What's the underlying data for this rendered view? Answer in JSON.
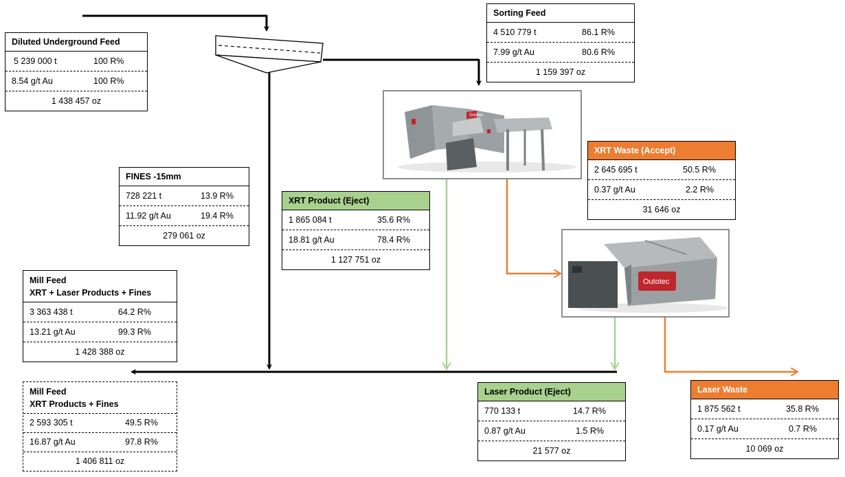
{
  "colors": {
    "black_line": "#000000",
    "green_line": "#a9d18e",
    "orange_line": "#ed7d31",
    "green_header": "#a9d18e",
    "orange_header": "#ed7d31",
    "machine_body": "#8f9496",
    "machine_red": "#c0262d"
  },
  "sorting_feed": {
    "title": "Sorting Feed",
    "tonnes": "4 510 779 t",
    "tonnes_r": "86.1 R%",
    "grade": "7.99 g/t Au",
    "grade_r": "80.6 R%",
    "ounces": "1 159 397 oz"
  },
  "diluted_feed": {
    "title": "Diluted Underground Feed",
    "tonnes": "5 239 000 t",
    "tonnes_r": "100 R%",
    "grade": "8.54 g/t Au",
    "grade_r": "100 R%",
    "ounces": "1 438 457 oz"
  },
  "xrt_waste": {
    "title": "XRT Waste (Accept)",
    "tonnes": "2 645 695 t",
    "tonnes_r": "50.5 R%",
    "grade": "0.37 g/t Au",
    "grade_r": "2.2 R%",
    "ounces": "31 646 oz"
  },
  "fines": {
    "title": "FINES -15mm",
    "tonnes": "728 221 t",
    "tonnes_r": "13.9 R%",
    "grade": "11.92 g/t Au",
    "grade_r": "19.4 R%",
    "ounces": "279 061 oz"
  },
  "xrt_product": {
    "title": "XRT Product (Eject)",
    "tonnes": "1 865 084 t",
    "tonnes_r": "35.6 R%",
    "grade": "18.81 g/t Au",
    "grade_r": "78.4 R%",
    "ounces": "1 127 751 oz"
  },
  "mill_feed_laser": {
    "title_line1": "Mill Feed",
    "title_line2": "XRT + Laser Products + Fines",
    "tonnes": "3 363 438 t",
    "tonnes_r": "64.2 R%",
    "grade": "13.21 g/t Au",
    "grade_r": "99.3 R%",
    "ounces": "1 428 388 oz"
  },
  "mill_feed_xrt": {
    "title_line1": "Mill Feed",
    "title_line2": "XRT Products + Fines",
    "tonnes": "2 593 305 t",
    "tonnes_r": "49.5 R%",
    "grade": "16.87 g/t Au",
    "grade_r": "97.8 R%",
    "ounces": "1 406 811 oz"
  },
  "laser_product": {
    "title": "Laser Product (Eject)",
    "tonnes": "770 133 t",
    "tonnes_r": "14.7 R%",
    "grade": "0.87 g/t Au",
    "grade_r": "1.5 R%",
    "ounces": "21 577 oz"
  },
  "laser_waste": {
    "title": "Laser Waste",
    "tonnes": "1 875 562 t",
    "tonnes_r": "35.8 R%",
    "grade": "0.17 g/t Au",
    "grade_r": "0.7 R%",
    "ounces": "10 069 oz"
  },
  "machines": {
    "brand": "Outotec"
  }
}
